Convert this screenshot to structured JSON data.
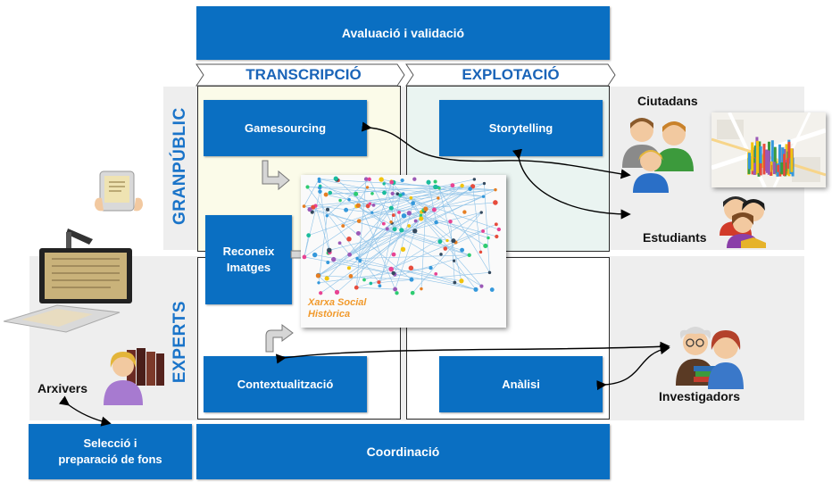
{
  "top_box": "Avaluació i validació",
  "columns": {
    "transcription": "TRANSCRIPCIÓ",
    "exploitation": "EXPLOTACIÓ"
  },
  "rows": {
    "public": "GRANPÚBLIC",
    "experts": "EXPERTS"
  },
  "boxes": {
    "gamesourcing": "Gamesourcing",
    "storytelling": "Storytelling",
    "image_recognition": "Reconeix\nImatges",
    "contextualization": "Contextualització",
    "analysis": "Anàlisi",
    "selection": "Selecció i\npreparació de fons",
    "coordination": "Coordinació"
  },
  "network_caption": "Xarxa Social\nHistòrica",
  "actors": {
    "citizens": "Ciutadans",
    "students": "Estudiants",
    "researchers": "Investigadors",
    "archivists": "Arxivers"
  },
  "colors": {
    "box_blue": "#0a6fc2",
    "label_blue": "#1a74c9",
    "band_gray": "#eeeeee",
    "orange": "#f19a2c"
  }
}
